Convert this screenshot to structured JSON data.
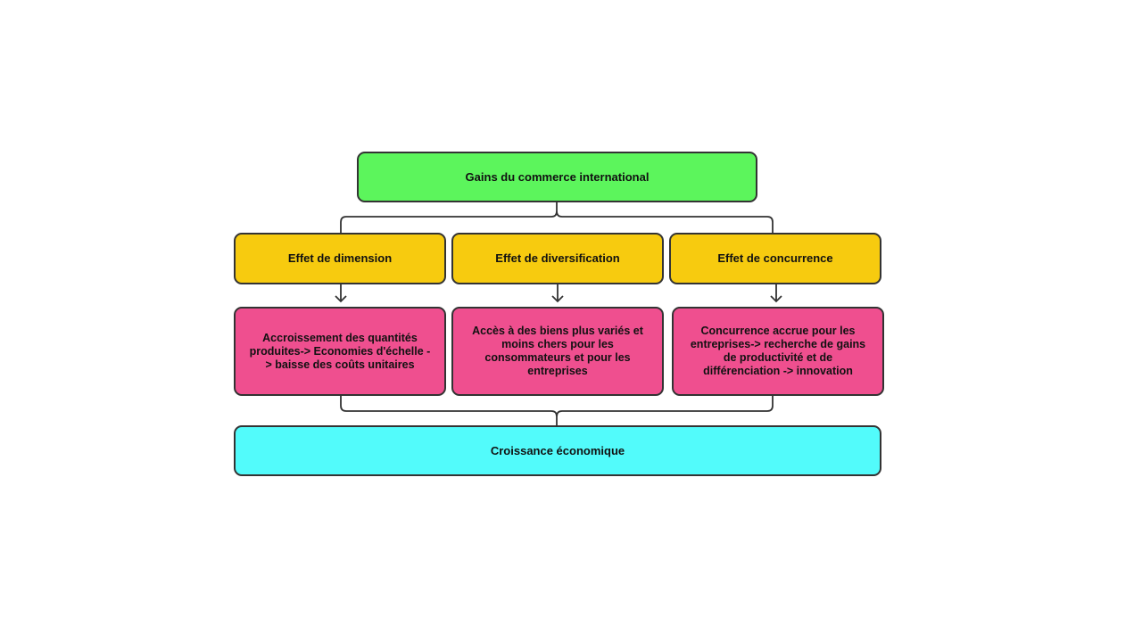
{
  "diagram": {
    "root": {
      "label": "Gains du commerce international",
      "color": "#5cf55c"
    },
    "effects": [
      {
        "label": "Effet de dimension",
        "detail": "Accroissement des quantités produites-> Economies d'échelle -> baisse des coûts unitaires"
      },
      {
        "label": "Effet de diversification",
        "detail": "Accès à des biens plus variés et moins chers pour les consommateurs et pour les entreprises"
      },
      {
        "label": "Effet de concurrence",
        "detail": "Concurrence accrue pour les entreprises-> recherche de gains de productivité et de différenciation -> innovation"
      }
    ],
    "result": {
      "label": "Croissance économique",
      "color": "#52fbfb"
    },
    "colors": {
      "effect_box": "#f7cb0f",
      "detail_box": "#ef4f8f",
      "border": "#333333"
    }
  }
}
